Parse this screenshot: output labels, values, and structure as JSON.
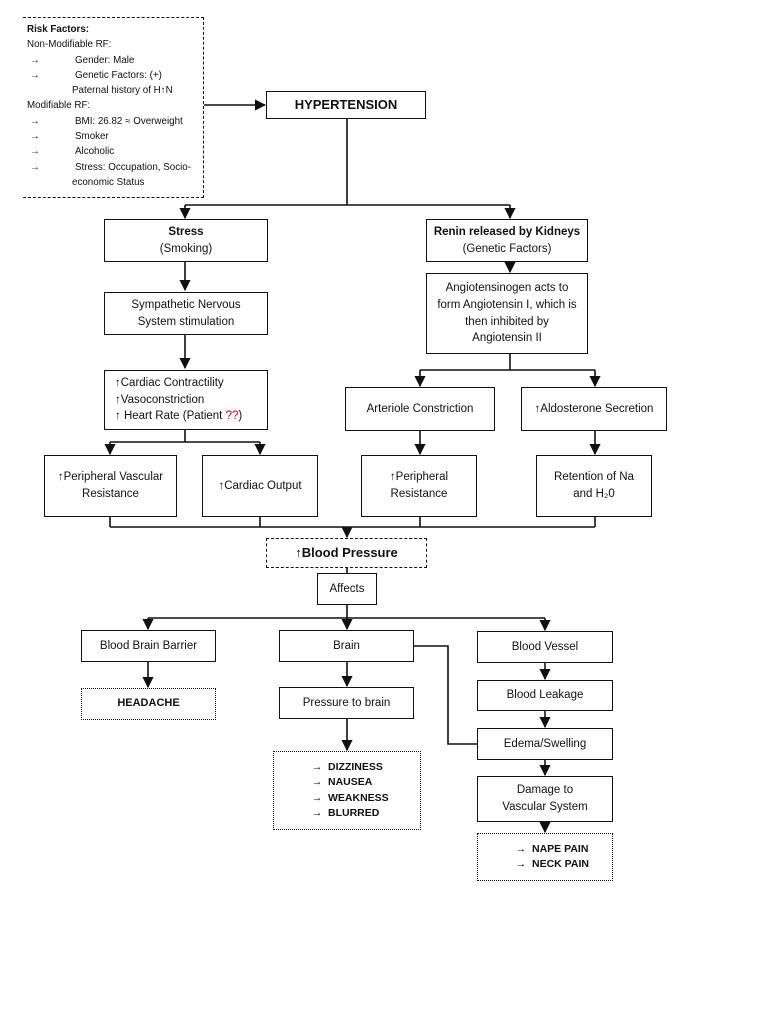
{
  "risk_factors": {
    "title": "Risk Factors:",
    "non_modifiable_label": "Non-Modifiable RF:",
    "non_modifiable": [
      {
        "arrow": "→",
        "text": "Gender: Male"
      },
      {
        "arrow": "→",
        "text": "Genetic Factors: (+)"
      }
    ],
    "paternal_history": "Paternal history of H↑N",
    "modifiable_label": "Modifiable RF:",
    "modifiable": [
      {
        "arrow": "→",
        "text": "BMI: 26.82 ≈ Overweight"
      },
      {
        "arrow": "→",
        "text": "Smoker"
      },
      {
        "arrow": "→",
        "text": "Alcoholic"
      },
      {
        "arrow": "→",
        "text": "Stress: Occupation, Socio-"
      }
    ],
    "stress_cont": "economic Status"
  },
  "nodes": {
    "hypertension": "HYPERTENSION",
    "stress_title": "Stress",
    "stress_sub": "(Smoking)",
    "renin_title": "Renin released by Kidneys",
    "renin_sub": "(Genetic Factors)",
    "sympathetic": [
      "Sympathetic Nervous",
      "System stimulation"
    ],
    "angiotensinogen": [
      "Angiotensinogen acts to",
      "form Angiotensin I, which is",
      "then inhibited by",
      "Angiotensin II"
    ],
    "cardiac_lines": [
      "↑Cardiac Contractility",
      "↑Vasoconstriction"
    ],
    "heart_rate_prefix": "↑ Heart Rate (Patient ",
    "heart_rate_mark": "??",
    "heart_rate_suffix": ")",
    "arteriole": "Arteriole Constriction",
    "aldosterone": "↑Aldosterone Secretion",
    "pvr": [
      "↑Peripheral Vascular",
      "Resistance"
    ],
    "cardiac_output": "↑Cardiac Output",
    "peripheral_resistance": [
      "↑Peripheral",
      "Resistance"
    ],
    "retention": [
      "Retention of Na",
      "and H₂0"
    ],
    "blood_pressure": "↑Blood Pressure",
    "affects": "Affects",
    "bbb": "Blood Brain Barrier",
    "brain": "Brain",
    "blood_vessel": "Blood Vessel",
    "headache": "HEADACHE",
    "pressure_brain": "Pressure to brain",
    "blood_leakage": "Blood Leakage",
    "edema": "Edema/Swelling",
    "damage": [
      "Damage to",
      "Vascular System"
    ],
    "brain_symptoms": [
      {
        "arrow": "→",
        "text": "DIZZINESS"
      },
      {
        "arrow": "→",
        "text": "NAUSEA"
      },
      {
        "arrow": "→",
        "text": "WEAKNESS"
      },
      {
        "arrow": "→",
        "text": "BLURRED"
      }
    ],
    "vessel_symptoms": [
      {
        "arrow": "→",
        "text": "NAPE PAIN"
      },
      {
        "arrow": "→",
        "text": "NECK PAIN"
      }
    ]
  },
  "colors": {
    "line": "#111111",
    "highlight": "#d0021b"
  }
}
